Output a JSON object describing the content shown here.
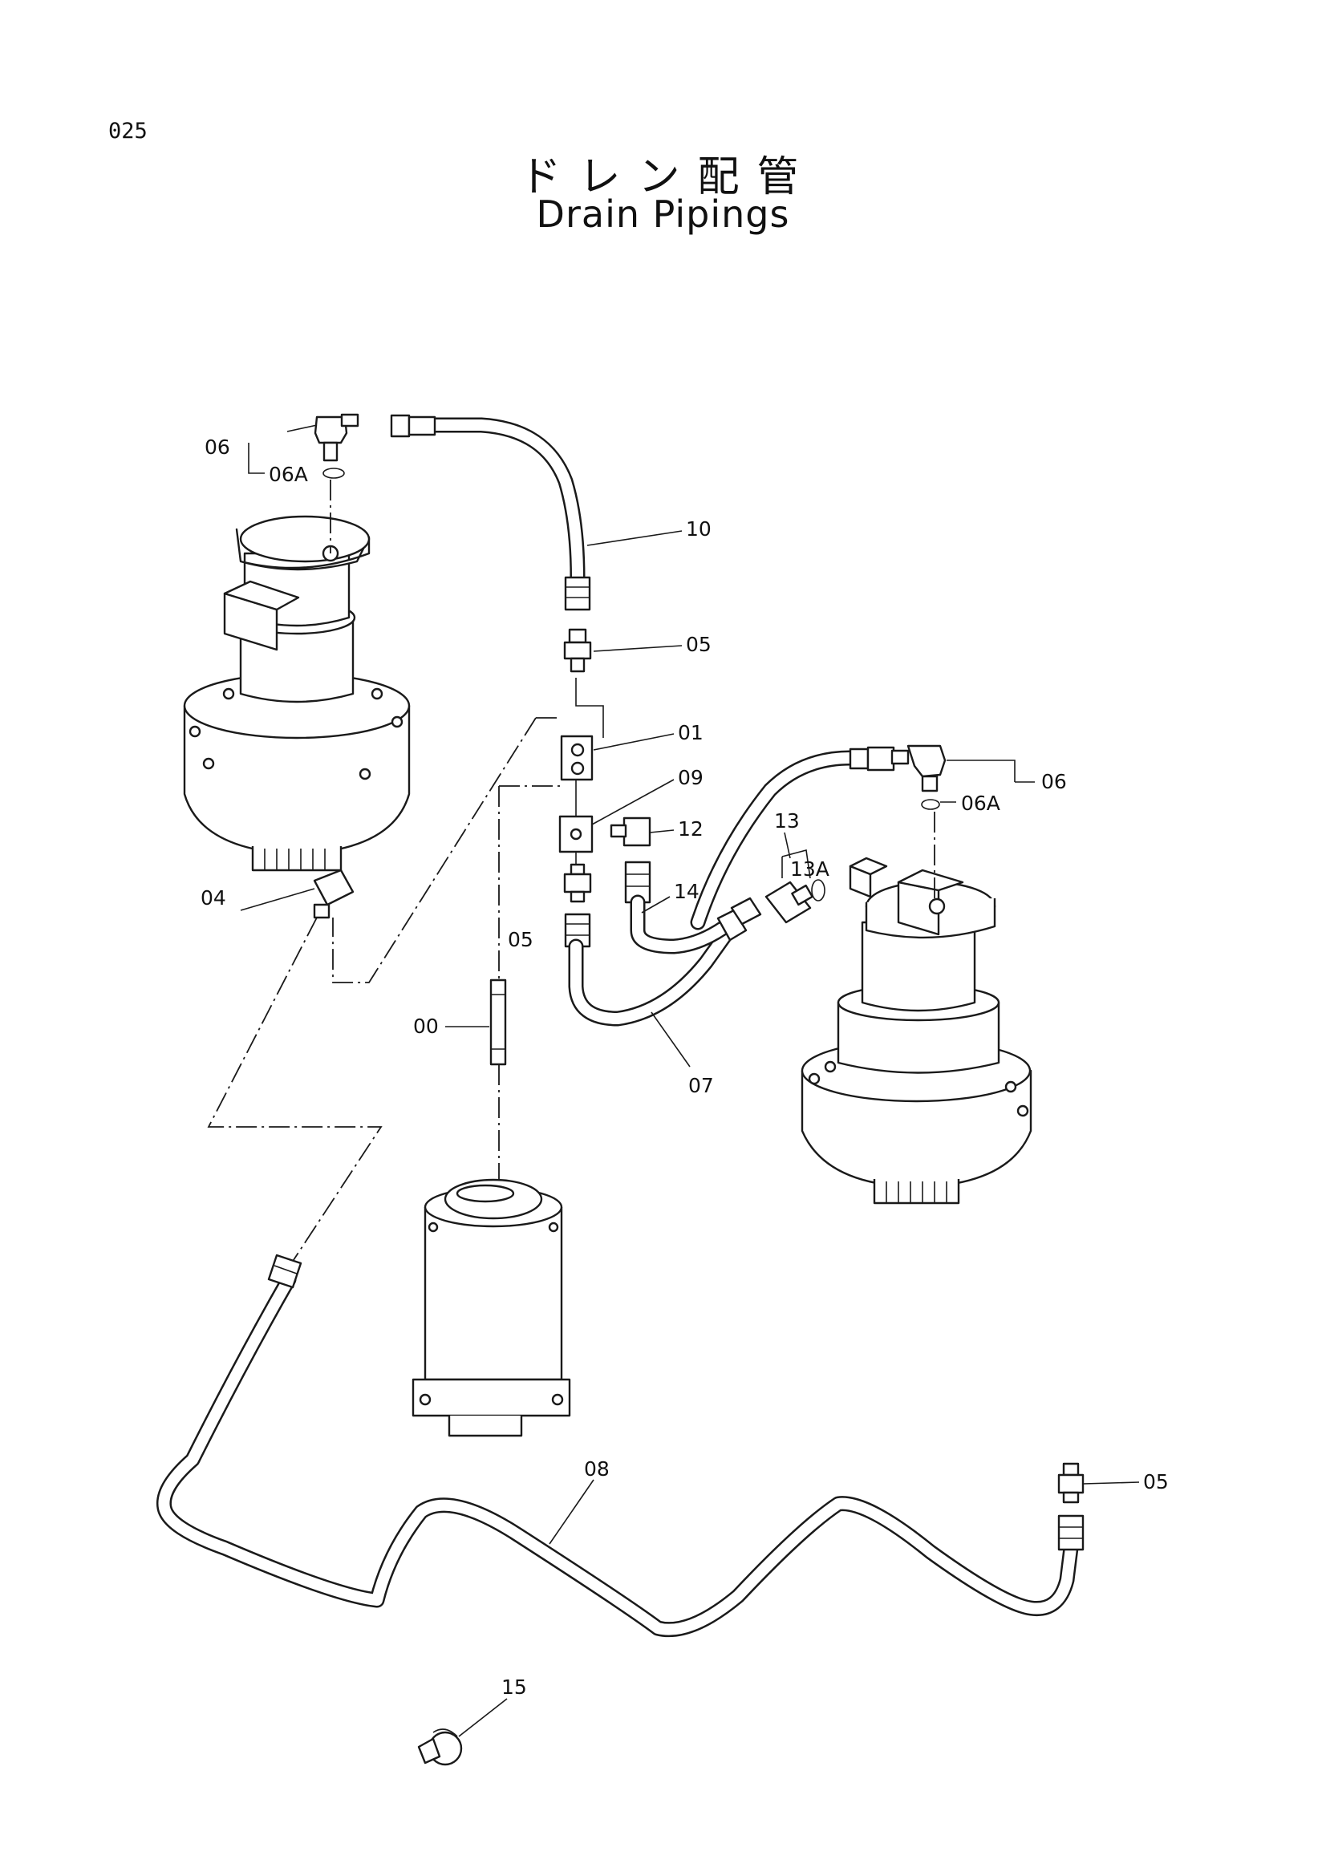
{
  "page_number": "025",
  "title_jp": "ドレン配管",
  "title_en": "Drain Pipings",
  "callouts": {
    "p06_left": "06",
    "p06a_left": "06A",
    "p10": "10",
    "p05_top": "05",
    "p01": "01",
    "p09": "09",
    "p12": "12",
    "p04": "04",
    "p05_mid": "05",
    "p14": "14",
    "p13": "13",
    "p13a": "13A",
    "p06_right": "06",
    "p06a_right": "06A",
    "p00": "00",
    "p07": "07",
    "p08": "08",
    "p05_right": "05",
    "p15": "15"
  }
}
